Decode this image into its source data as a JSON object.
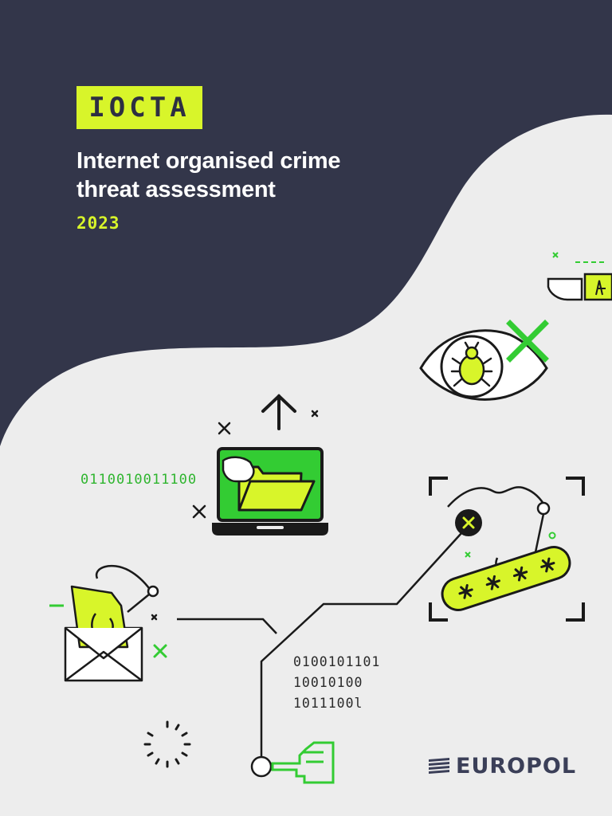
{
  "cover": {
    "acronym": "IOCTA",
    "title_line1": "Internet organised crime",
    "title_line2": "threat assessment",
    "year": "2023"
  },
  "illustration": {
    "binary_green": "0110010011100",
    "binary_dark": [
      "0100101101",
      "10010100",
      "1011100l"
    ],
    "password_glyphs": "* * * *",
    "wrist_tag_letter": "A"
  },
  "logo": {
    "text": "EUROPOL"
  },
  "colors": {
    "navy": "#33364a",
    "background": "#ededed",
    "lime": "#d8f52a",
    "green": "#2fb52f",
    "bright_green": "#33cc33",
    "ink": "#1a1a1a"
  },
  "icons": [
    "upload-arrow-icon",
    "laptop-folder-icon",
    "hand-icon",
    "phishing-envelope-icon",
    "fish-hook-icon",
    "eye-bug-icon",
    "close-x-icon",
    "password-field-icon",
    "scan-frame-icon",
    "pixel-hand-pointer-icon",
    "loading-spinner-icon",
    "wrist-tag-icon"
  ]
}
